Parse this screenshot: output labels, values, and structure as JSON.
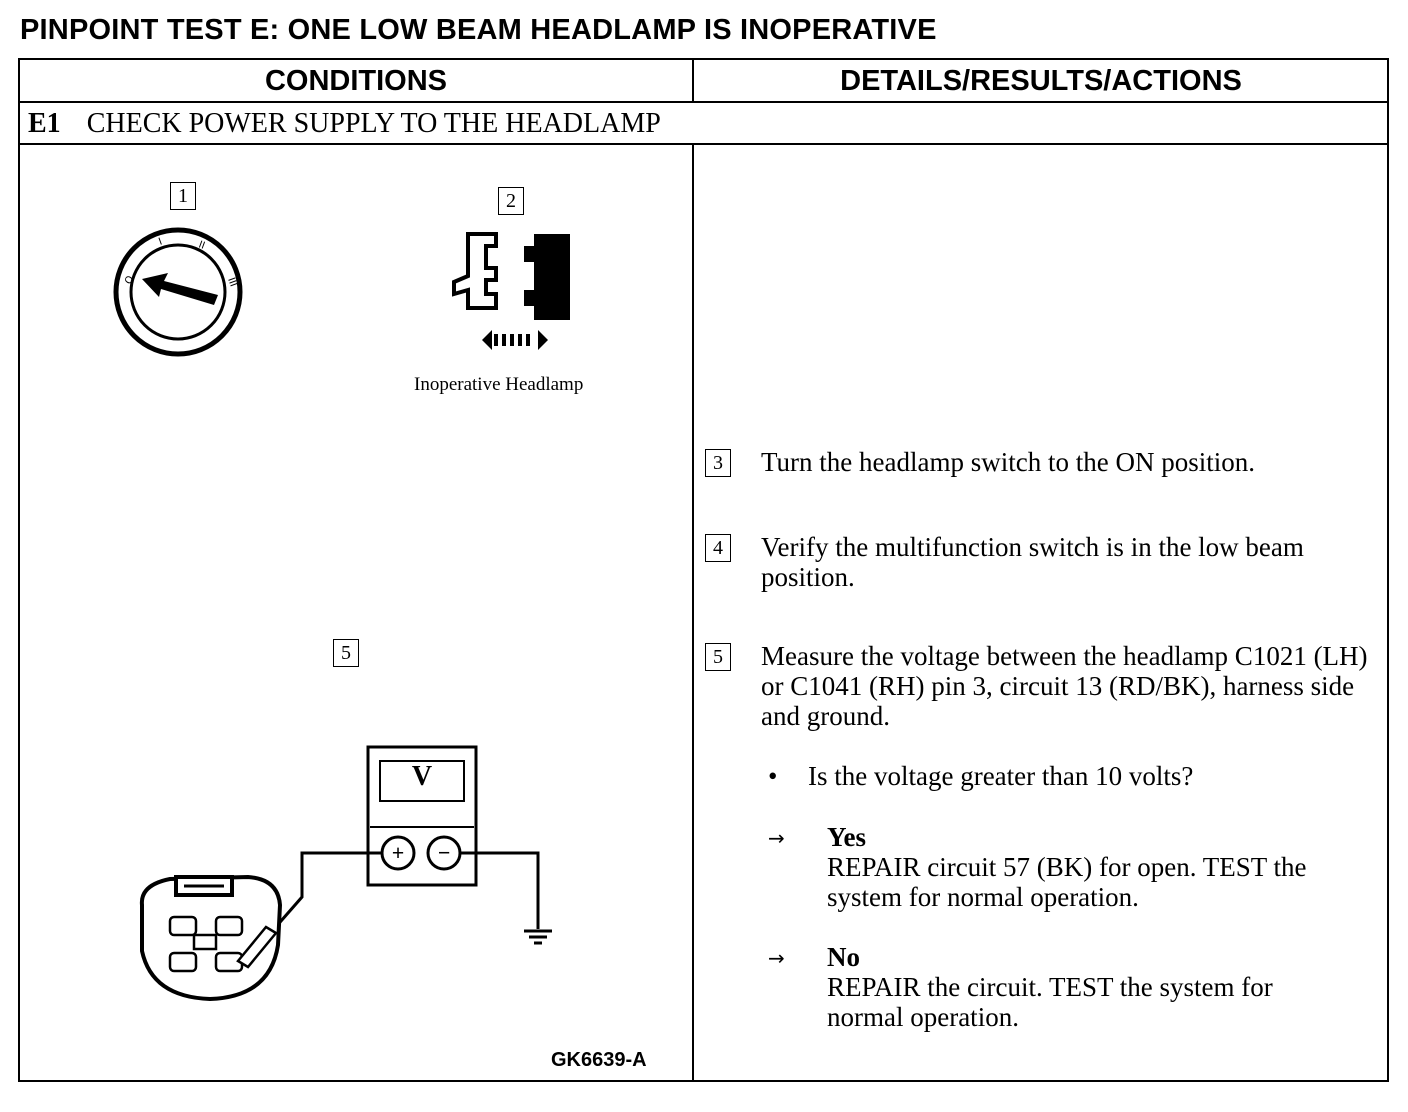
{
  "title": "PINPOINT TEST E: ONE LOW BEAM HEADLAMP IS INOPERATIVE",
  "columns": {
    "conditions": "CONDITIONS",
    "details": "DETAILS/RESULTS/ACTIONS"
  },
  "step": {
    "id": "E1",
    "title": "CHECK POWER SUPPLY TO THE HEADLAMP"
  },
  "figure": {
    "callouts": [
      "1",
      "2",
      "5"
    ],
    "caption": "Inoperative Headlamp",
    "meter_label": "V",
    "plus": "+",
    "minus": "−",
    "code": "GK6639-A"
  },
  "actions": [
    {
      "num": "3",
      "text": "Turn the headlamp switch to the ON position."
    },
    {
      "num": "4",
      "text": "Verify the multifunction switch is in the low beam position."
    },
    {
      "num": "5",
      "text": "Measure the voltage between the headlamp C1021 (LH) or C1041 (RH) pin 3, circuit 13 (RD/BK), harness side and ground."
    }
  ],
  "question": {
    "bullet": "•",
    "text": "Is the voltage greater than 10 volts?"
  },
  "answers": [
    {
      "arrow": "→",
      "label": "Yes",
      "text": "REPAIR circuit 57 (BK) for open. TEST the system for normal operation."
    },
    {
      "arrow": "→",
      "label": "No",
      "text": "REPAIR the circuit. TEST the system for normal operation."
    }
  ]
}
